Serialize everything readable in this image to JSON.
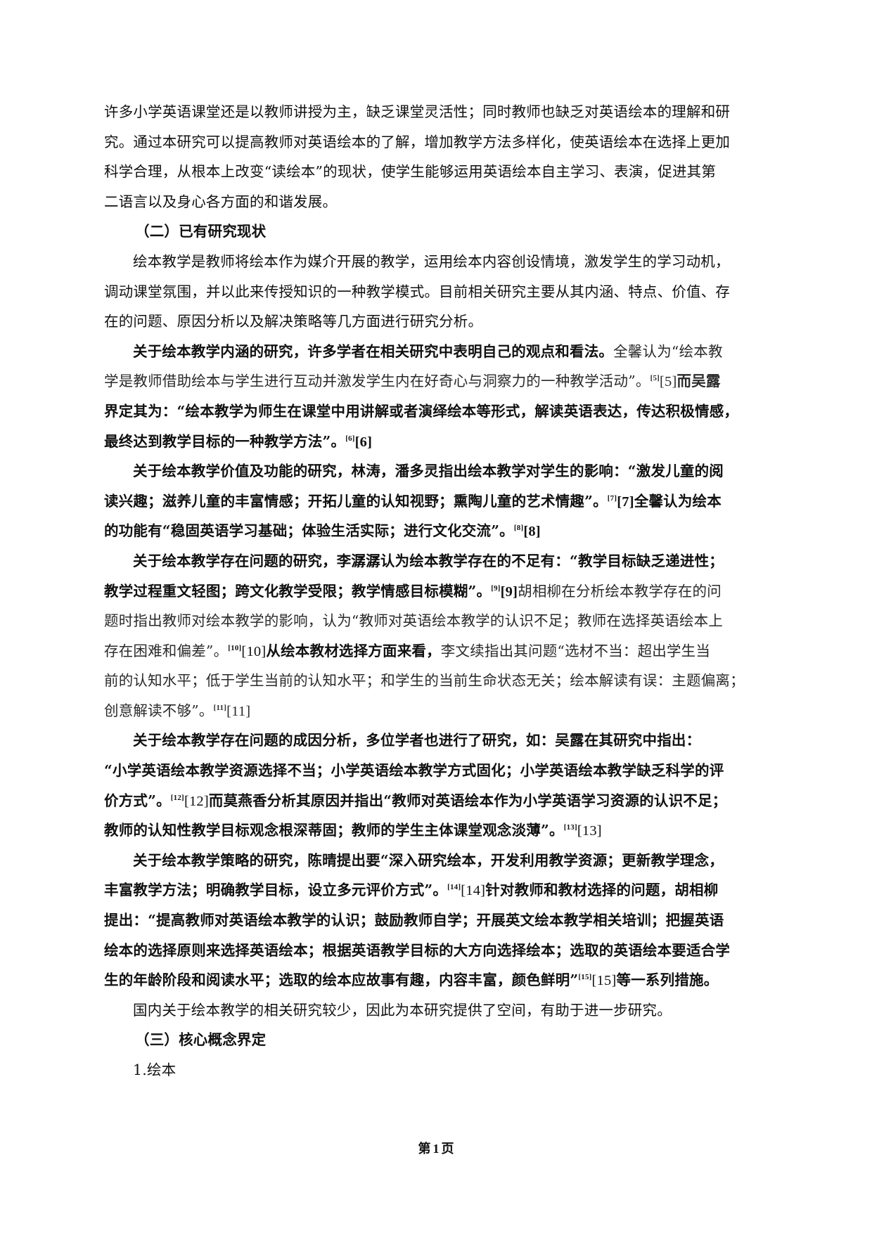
{
  "document": {
    "paragraph_intro": {
      "lines": [
        "许多小学英语课堂还是以教师讲授为主，缺乏课堂灵活性；同时教师也缺乏对英语绘本的理解和研",
        "究。通过本研究可以提高教师对英语绘本的了解，增加教学方法多样化，使英语绘本在选择上更加",
        "科学合理，从根本上改变“读绘本”的现状，使学生能够运用英语绘本自主学习、表演，促进其第",
        "二语言以及身心各方面的和谐发展。"
      ]
    },
    "section_2": {
      "heading": "（二）已有研究现状",
      "p1": {
        "lines": [
          "绘本教学是教师将绘本作为媒介开展的教学，运用绘本内容创设情境，激发学生的学习动机，",
          "调动课堂氛围，并以此来传授知识的一种教学模式。目前相关研究主要从其内涵、特点、价值、存",
          "在的问题、原因分析以及解决策略等几方面进行研究分析。"
        ]
      },
      "p2": {
        "line1_a": "关于绘本教学内涵的研究，许多学者在相关研究中表明自己的观点和看法。",
        "line1_b": "全馨认为“绘本教",
        "line2_a": "学是教师借助绘本与学生进行互动并激发学生内在好奇心与洞察力的一种教学活动”。",
        "line2_ref_sup": "[5]",
        "line2_ref": "[5]",
        "line2_b": "而吴露",
        "line3": "界定其为：“绘本教学为师生在课堂中用讲解或者演绎绘本等形式，解读英语表达，传达积极情感，",
        "line4_a": "最终达到教学目标的一种教学方法”。",
        "line4_ref_sup": "[6]",
        "line4_ref": "[6]"
      },
      "p3": {
        "line1": "关于绘本教学价值及功能的研究，林涛，潘多灵指出绘本教学对学生的影响：“激发儿童的阅",
        "line2_a": "读兴趣；滋养儿童的丰富情感；开拓儿童的认知视野；熏陶儿童的艺术情趣”。",
        "line2_ref_sup": "[7]",
        "line2_ref": "[7]",
        "line2_b": "全馨认为绘本",
        "line3_a": "的功能有“稳固英语学习基础；体验生活实际；进行文化交流”。",
        "line3_ref_sup": "[8]",
        "line3_ref": "[8]"
      },
      "p4": {
        "line1": "关于绘本教学存在问题的研究，李潺潺认为绘本教学存在的不足有：“教学目标缺乏递进性；",
        "line2_a": "教学过程重文轻图；跨文化教学受限；教学情感目标模糊”。",
        "line2_ref_sup": "[9]",
        "line2_ref": "[9]",
        "line2_b": "胡相柳在分析绘本教学存在的问",
        "line3": "题时指出教师对绘本教学的影响，认为“教师对英语绘本教学的认识不足；教师在选择英语绘本上",
        "line4_a": "存在困难和偏差”。",
        "line4_ref_sup": "[10]",
        "line4_ref": "[10]",
        "line4_b": "从绘本教材选择方面来看，",
        "line4_c": "李文续指出其问题“选材不当：超出学生当",
        "line5": "前的认知水平；低于学生当前的认知水平；和学生的当前生命状态无关；绘本解读有误：主题偏离；",
        "line6_a": "创意解读不够”。",
        "line6_ref_sup": "[11]",
        "line6_ref": "[11]"
      },
      "p5": {
        "line1": "关于绘本教学存在问题的成因分析，多位学者也进行了研究，如：吴露在其研究中指出：",
        "line2": "“小学英语绘本教学资源选择不当；小学英语绘本教学方式固化；小学英语绘本教学缺乏科学的评",
        "line3_a": "价方式”。",
        "line3_ref_sup": "[12]",
        "line3_ref": "[12]",
        "line3_b": "而莫燕香分析其原因并指出“教师对英语绘本作为小学英语学习资源的认识不足；",
        "line4_a": "教师的认知性教学目标观念根深蒂固；教师的学生主体课堂观念淡薄”。",
        "line4_ref_sup": "[13]",
        "line4_ref": "[13]"
      },
      "p6": {
        "line1": "关于绘本教学策略的研究，陈晴提出要“深入研究绘本，开发利用教学资源；更新教学理念，",
        "line2_a": "丰富教学方法；明确教学目标，设立多元评价方式”。",
        "line2_ref_sup": "[14]",
        "line2_ref": "[14]",
        "line2_b": "针对教师和教材选择的问题，胡相柳",
        "line3": "提出：“提高教师对英语绘本教学的认识；鼓励教师自学；开展英文绘本教学相关培训；把握英语",
        "line4": "绘本的选择原则来选择英语绘本；根据英语教学目标的大方向选择绘本；选取的英语绘本要适合学",
        "line5_a": "生的年龄阶段和阅读水平；选取的绘本应故事有趣，内容丰富，颜色鲜明”",
        "line5_ref_sup": "[15]",
        "line5_ref": "[15]",
        "line5_b": "等一系列措施。"
      },
      "p7": {
        "line1": "国内关于绘本教学的相关研究较少，因此为本研究提供了空间，有助于进一步研究。"
      }
    },
    "section_3": {
      "heading": "（三）核心概念界定",
      "subheading": "1.绘本"
    }
  },
  "footer": {
    "page_prefix": "第",
    "page_number": "1",
    "page_suffix": "页"
  }
}
